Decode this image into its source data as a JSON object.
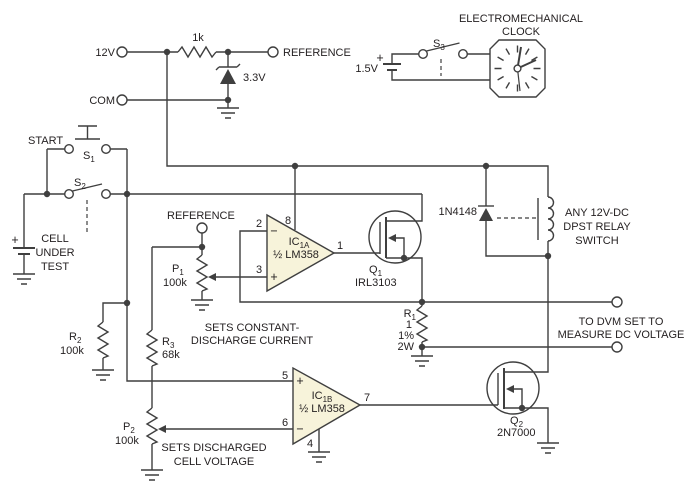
{
  "colors": {
    "line": "#3f3f3f",
    "text": "#231f20",
    "opamp_fill": "#f7f3da",
    "background": "#ffffff"
  },
  "power": {
    "v12": "12V",
    "r_top": "1k",
    "reference_top": "REFERENCE",
    "zener": "3.3V",
    "com": "COM"
  },
  "clock": {
    "title_line1": "ELECTROMECHANICAL",
    "title_line2": "CLOCK",
    "battery": "1.5V",
    "plus": "+",
    "switch": {
      "main": "S",
      "sub": "3"
    }
  },
  "input": {
    "start": "START",
    "s1": {
      "main": "S",
      "sub": "1"
    },
    "s2": {
      "main": "S",
      "sub": "2"
    },
    "plus": "+",
    "cell_line1": "CELL",
    "cell_line2": "UNDER",
    "cell_line3": "TEST"
  },
  "reference_mid": "REFERENCE",
  "ic1a": {
    "name": {
      "main": "IC",
      "sub": "1A"
    },
    "part": "½ LM358",
    "pin_inv": "2",
    "pin_noninv": "3",
    "pin_vcc": "8",
    "pin_out": "1",
    "minus": "−",
    "plus": "+"
  },
  "ic1b": {
    "name": {
      "main": "IC",
      "sub": "1B"
    },
    "part": "½ LM358",
    "pin_noninv": "5",
    "pin_inv": "6",
    "pin_out": "7",
    "pin_gnd": "4",
    "minus": "−",
    "plus": "+"
  },
  "q1": {
    "name": {
      "main": "Q",
      "sub": "1"
    },
    "part": "IRL3103"
  },
  "q2": {
    "name": {
      "main": "Q",
      "sub": "2"
    },
    "part": "2N7000"
  },
  "d1": {
    "part": "1N4148"
  },
  "relay": {
    "line1": "ANY 12V-DC",
    "line2": "DPST RELAY",
    "line3": "SWITCH"
  },
  "r1": {
    "name": {
      "main": "R",
      "sub": "1"
    },
    "value": "1",
    "tolerance": "1%",
    "power": "2W"
  },
  "r2": {
    "name": {
      "main": "R",
      "sub": "2"
    },
    "value": "100k"
  },
  "r3": {
    "name": {
      "main": "R",
      "sub": "3"
    },
    "value": "68k"
  },
  "p1": {
    "name": {
      "main": "P",
      "sub": "1"
    },
    "value": "100k"
  },
  "p2": {
    "name": {
      "main": "P",
      "sub": "2"
    },
    "value": "100k"
  },
  "dvm": {
    "line1": "TO DVM SET TO",
    "line2": "MEASURE DC VOLTAGE"
  },
  "notes": {
    "constant_line1": "SETS CONSTANT-",
    "constant_line2": "DISCHARGE CURRENT",
    "discharged_line1": "SETS DISCHARGED",
    "discharged_line2": "CELL VOLTAGE"
  }
}
